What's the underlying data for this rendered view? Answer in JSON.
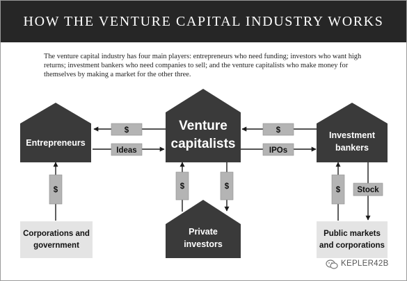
{
  "title": "HOW THE VENTURE CAPITAL INDUSTRY WORKS",
  "intro": "The venture capital industry has four main players: entrepreneurs who need funding; investors who want high returns; investment bankers who need companies to sell; and the venture capitalists who make money for themselves by making a market for the other three.",
  "nodes": {
    "entrepreneurs": "Entrepreneurs",
    "venture_capitalists": [
      "Venture",
      "capitalists"
    ],
    "investment_bankers": [
      "Investment",
      "bankers"
    ],
    "private_investors": [
      "Private",
      "investors"
    ],
    "corporations": [
      "Corporations and",
      "government"
    ],
    "public_markets": [
      "Public markets",
      "and corporations"
    ]
  },
  "flows": {
    "vc_to_entrepreneurs": "$",
    "entrepreneurs_to_vc": "Ideas",
    "bankers_to_vc": "$",
    "vc_to_bankers": "IPOs",
    "corporations_to_entrepreneurs": "$",
    "private_to_vc": "$",
    "vc_to_private": "$",
    "public_to_bankers": "$",
    "bankers_to_public": "Stock"
  },
  "watermark": "KEPLER42B",
  "colors": {
    "header": "#262626",
    "dark_node": "#3a3a3a",
    "tag": "#b4b4b4",
    "light_node": "#e4e4e4",
    "arrow": "#1a1a1a"
  }
}
